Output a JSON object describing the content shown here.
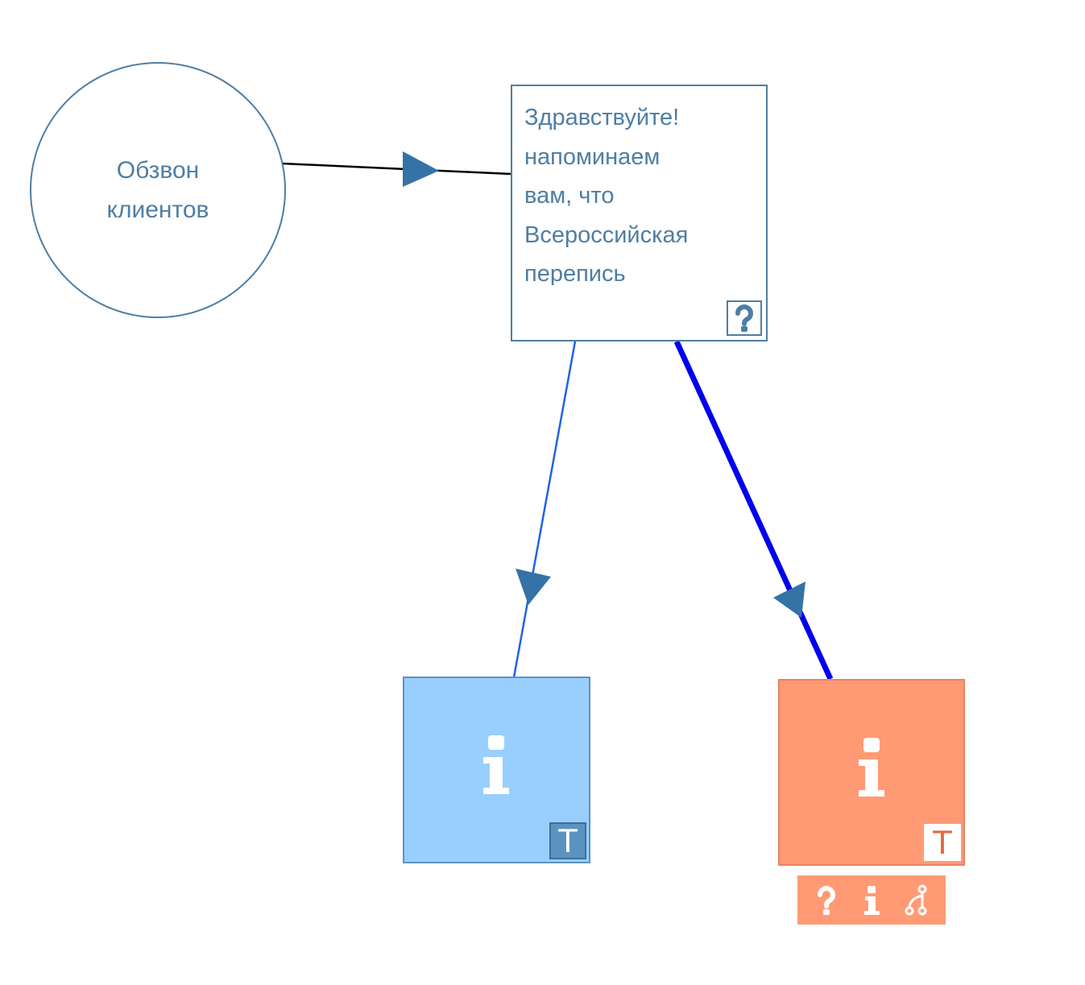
{
  "nodes": {
    "start": {
      "label": "Обзвон клиентов",
      "color": "#4f7ea3"
    },
    "question": {
      "lines": [
        "Здравствуйте!",
        "напоминаем",
        "вам, что",
        "Всероссийская",
        "перепись"
      ],
      "badge_icon": "question-mark-icon",
      "color": "#4f7ea3"
    },
    "info_blue": {
      "icon": "info-icon",
      "badge_icon": "text-t-icon",
      "badge_text": "T",
      "fill": "#99cfff",
      "stroke": "#5b93c0"
    },
    "info_orange": {
      "icon": "info-icon",
      "badge_icon": "text-t-icon",
      "badge_text": "T",
      "fill": "#ff9a74",
      "stroke": "#e8845f"
    }
  },
  "toolbar": {
    "items": [
      {
        "icon": "question-mark-icon",
        "action": "add-question"
      },
      {
        "icon": "info-icon",
        "action": "add-info"
      },
      {
        "icon": "branch-icon",
        "action": "add-branch"
      }
    ],
    "color": "#ff9a74"
  },
  "edges": {
    "start_to_question": {
      "color": "#000000"
    },
    "question_to_blue": {
      "color": "#1e63e8"
    },
    "question_to_orange": {
      "color": "#0000ee"
    },
    "arrow_color": "#3572a5"
  }
}
